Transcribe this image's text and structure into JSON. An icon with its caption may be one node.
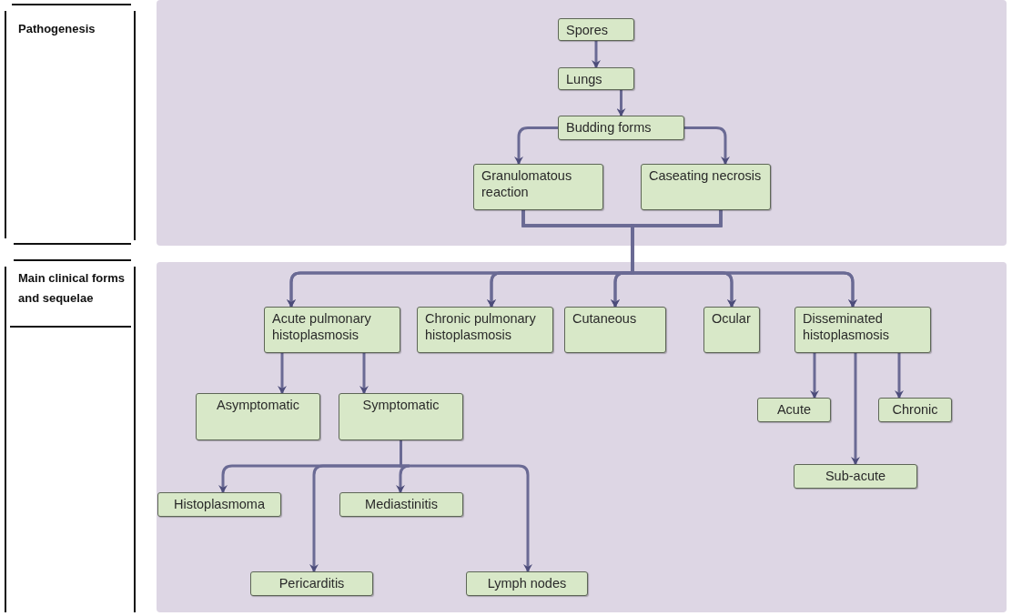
{
  "diagram": {
    "nodes": [
      {
        "text": [
          "Spores"
        ]
      },
      {
        "text": [
          "Lungs"
        ]
      },
      {
        "text": [
          "Budding forms"
        ]
      },
      {
        "text": [
          "Granulomatous reaction"
        ]
      },
      {
        "text": [
          "Caseating necrosis"
        ]
      },
      {
        "text": [
          "Acute pulmonary histoplasmosis"
        ]
      },
      {
        "text": [
          "Chronic pulmonary histoplasmosis"
        ]
      },
      {
        "text": [
          "Cutaneous"
        ]
      },
      {
        "text": [
          "Ocular"
        ]
      },
      {
        "text": [
          "Disseminated histoplasmosis"
        ]
      },
      {
        "text": [
          "Asymptomatic"
        ]
      },
      {
        "text": [
          "Symptomatic"
        ]
      },
      {
        "text": [
          "Acute"
        ]
      },
      {
        "text": [
          "Chronic"
        ]
      },
      {
        "text": [
          "Sub-acute"
        ]
      },
      {
        "text": [
          "Histoplasmoma"
        ]
      },
      {
        "text": [
          "Mediastinitis"
        ]
      },
      {
        "text": [
          "Pericarditis"
        ]
      },
      {
        "text": [
          "Lymph nodes"
        ]
      }
    ],
    "edges": [
      {
        "from": 0,
        "to": 1,
        "arrow": "to"
      },
      {
        "from": 1,
        "to": 2,
        "arrow": "to"
      },
      {
        "from": 2,
        "to": 3,
        "arrow": "to"
      },
      {
        "from": 2,
        "to": 4,
        "arrow": "to"
      },
      {
        "from": 3,
        "to": 5,
        "arrow": "to"
      },
      {
        "from": 3,
        "to": 6,
        "arrow": "to"
      },
      {
        "from": 3,
        "to": 7,
        "arrow": "to"
      },
      {
        "from": 3,
        "to": 8,
        "arrow": "to"
      },
      {
        "from": 3,
        "to": 9,
        "arrow": "to"
      },
      {
        "from": 4,
        "to": 5,
        "arrow": "to"
      },
      {
        "from": 4,
        "to": 6,
        "arrow": "to"
      },
      {
        "from": 4,
        "to": 7,
        "arrow": "to"
      },
      {
        "from": 4,
        "to": 8,
        "arrow": "to"
      },
      {
        "from": 4,
        "to": 9,
        "arrow": "to"
      },
      {
        "from": 5,
        "to": 10,
        "arrow": "to"
      },
      {
        "from": 5,
        "to": 11,
        "arrow": "to"
      },
      {
        "from": 9,
        "to": 12,
        "arrow": "to"
      },
      {
        "from": 9,
        "to": 13,
        "arrow": "to"
      },
      {
        "from": 9,
        "to": 14,
        "arrow": "to"
      },
      {
        "from": 11,
        "to": 15,
        "arrow": "to"
      },
      {
        "from": 11,
        "to": 16,
        "arrow": "to"
      },
      {
        "from": 11,
        "to": 17,
        "arrow": "to"
      },
      {
        "from": 11,
        "to": 18,
        "arrow": "to"
      }
    ],
    "labels": [
      "Pathogenesis",
      "Main clinical forms and sequelae"
    ]
  }
}
